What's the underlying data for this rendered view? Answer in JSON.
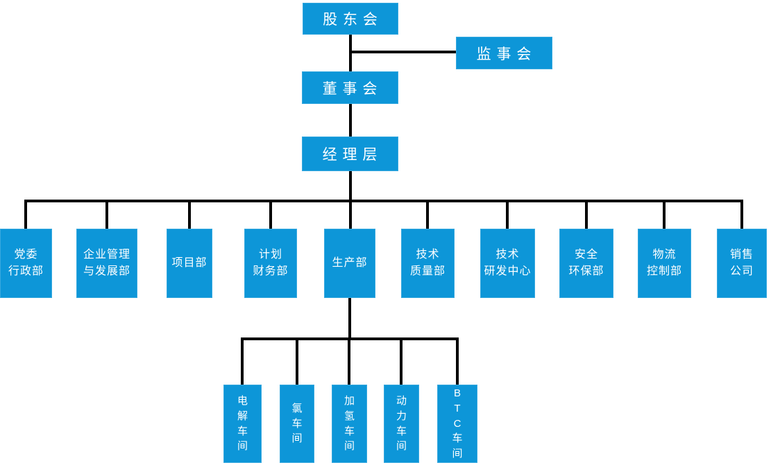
{
  "colors": {
    "box_fill": "#0d96d8",
    "connector": "#000000",
    "text": "#ffffff",
    "background": "#ffffff"
  },
  "governance": {
    "shareholders": "股 东 会",
    "supervisory": "监 事 会",
    "board": "董 事 会",
    "management": "经 理 层"
  },
  "departments": [
    {
      "id": "party-admin",
      "label": "党委\n行政部"
    },
    {
      "id": "enterprise-mgmt-dev",
      "label": "企业管理\n与发展部"
    },
    {
      "id": "project",
      "label": "项目部"
    },
    {
      "id": "planning-finance",
      "label": "计划\n财务部"
    },
    {
      "id": "production",
      "label": "生产部"
    },
    {
      "id": "tech-quality",
      "label": "技术\n质量部"
    },
    {
      "id": "tech-rd-center",
      "label": "技术\n研发中心"
    },
    {
      "id": "safety-env",
      "label": "安全\n环保部"
    },
    {
      "id": "logistics-control",
      "label": "物流\n控制部"
    },
    {
      "id": "sales-company",
      "label": "销售\n公司"
    }
  ],
  "workshops": [
    {
      "id": "electrolysis-workshop",
      "label": "电\n解\n车\n间"
    },
    {
      "id": "chlorine-workshop",
      "label": "氯\n车\n间"
    },
    {
      "id": "hydrogenation-workshop",
      "label": "加\n氢\n车\n间"
    },
    {
      "id": "power-workshop",
      "label": "动\n力\n车\n间"
    },
    {
      "id": "btc-workshop",
      "label": "B\nT\nC\n车\n间"
    }
  ]
}
